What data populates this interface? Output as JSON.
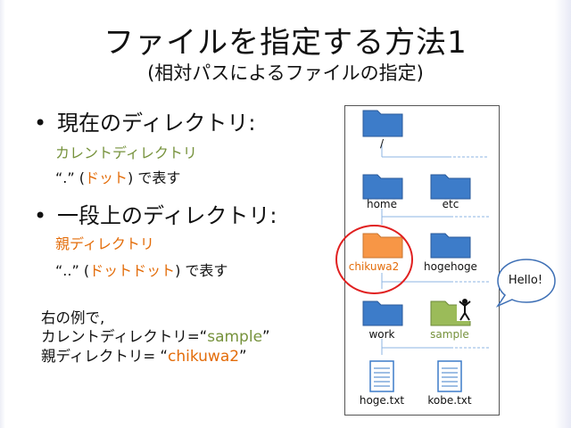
{
  "title": "ファイルを指定する方法1",
  "subtitle": "(相対パスによるファイルの指定)",
  "bullets": [
    {
      "heading": "現在のディレクトリ:",
      "term": "カレントディレクトリ",
      "note_quote": "“.”",
      "note_open": " (",
      "note_word": "ドット",
      "note_close": ") で表す"
    },
    {
      "heading": "一段上のディレクトリ:",
      "term": "親ディレクトリ",
      "note_quote": "“..”",
      "note_open": " (",
      "note_word": "ドットドット",
      "note_close": ") で表す"
    }
  ],
  "example": {
    "line1": "右の例で,",
    "line2_prefix": "カレントディレクトリ=“",
    "line2_value": "sample",
    "line2_suffix": "”",
    "line3_prefix": "親ディレクトリ= “",
    "line3_value": "chikuwa2",
    "line3_suffix": "”"
  },
  "tree": {
    "root": "/",
    "level1": [
      "home",
      "etc"
    ],
    "level2": [
      "chikuwa2",
      "hogehoge"
    ],
    "level3": [
      "work",
      "sample"
    ],
    "files": [
      "hoge.txt",
      "kobe.txt"
    ]
  },
  "bubble": "Hello!",
  "colors": {
    "folder": "#3d7cc9",
    "current": "#9bbb59",
    "parent": "#f79646",
    "green_text": "#76923c",
    "orange_text": "#e36c09",
    "ring": "#e02020"
  },
  "icons": {
    "folder": "folder-icon",
    "file": "document-icon",
    "person": "stick-figure-icon"
  }
}
